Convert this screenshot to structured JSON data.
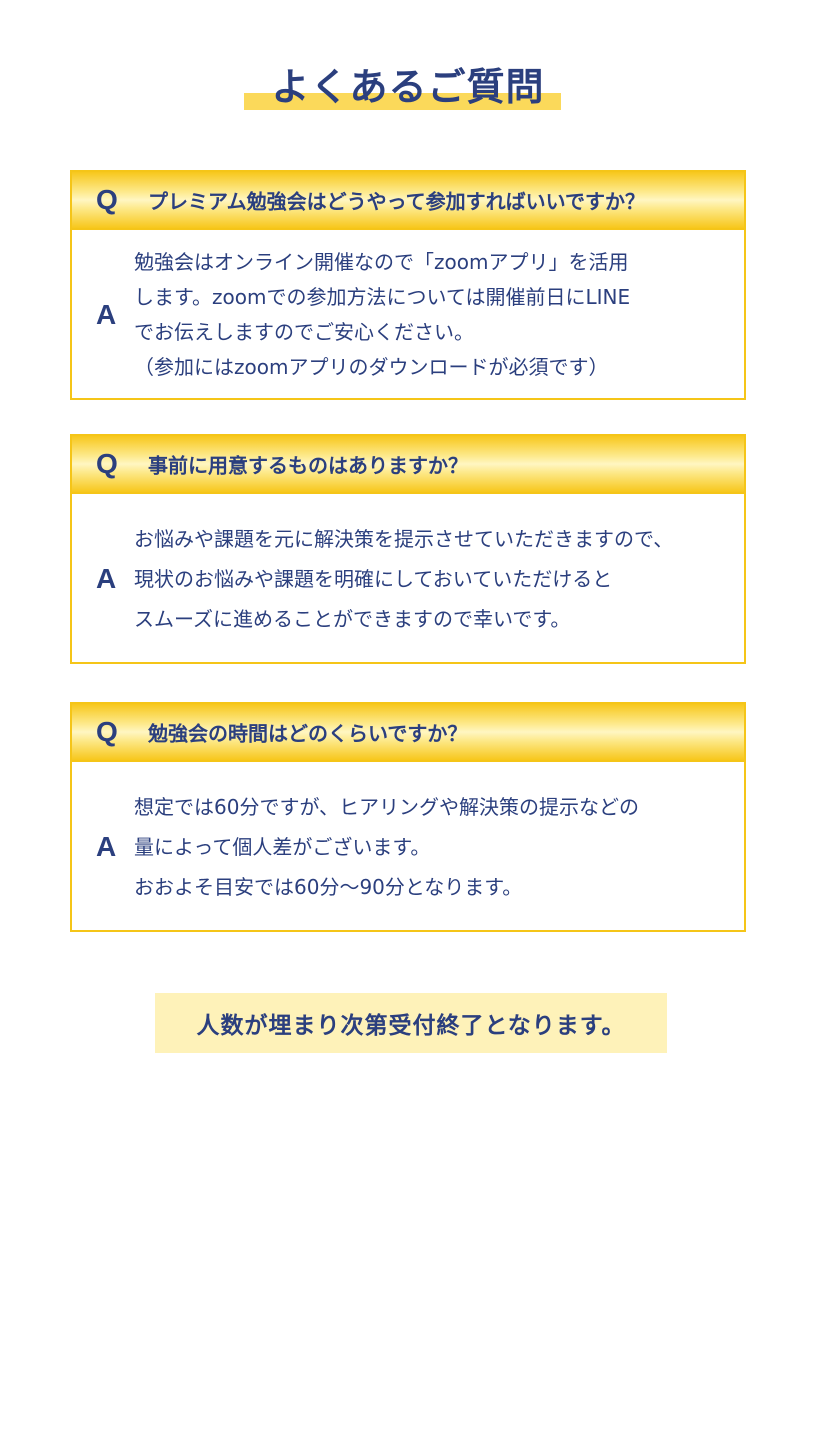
{
  "heading": {
    "title": "よくあるご質問",
    "highlight_color": "#fbd95a"
  },
  "faq": [
    {
      "q_mark": "Q",
      "question": "プレミアム勉強会はどうやって参加すればいいですか？",
      "a_mark": "A",
      "answer_lines": [
        "勉強会はオンライン開催なので「zoomアプリ」を活用",
        "します。zoomでの参加方法については開催前日にLINE",
        "でお伝えしますのでご安心ください。",
        "（参加にはzoomアプリのダウンロードが必須です）"
      ]
    },
    {
      "q_mark": "Q",
      "question": "事前に用意するものはありますか？",
      "a_mark": "A",
      "answer_lines": [
        "お悩みや課題を元に解決策を提示させていただきますので、",
        "現状のお悩みや課題を明確にしておいていただけると",
        "スムーズに進めることができますので幸いです。"
      ]
    },
    {
      "q_mark": "Q",
      "question": "勉強会の時間はどのくらいですか？",
      "a_mark": "A",
      "answer_lines": [
        "想定では60分ですが、ヒアリングや解決策の提示などの",
        "量によって個人差がございます。",
        "おおよそ目安では60分〜90分となります。"
      ]
    }
  ],
  "notice": {
    "text": "人数が埋まり次第受付終了となります。",
    "background_color": "#fef2b9"
  },
  "colors": {
    "text": "#2b3f7e",
    "accent": "#f5c518"
  }
}
